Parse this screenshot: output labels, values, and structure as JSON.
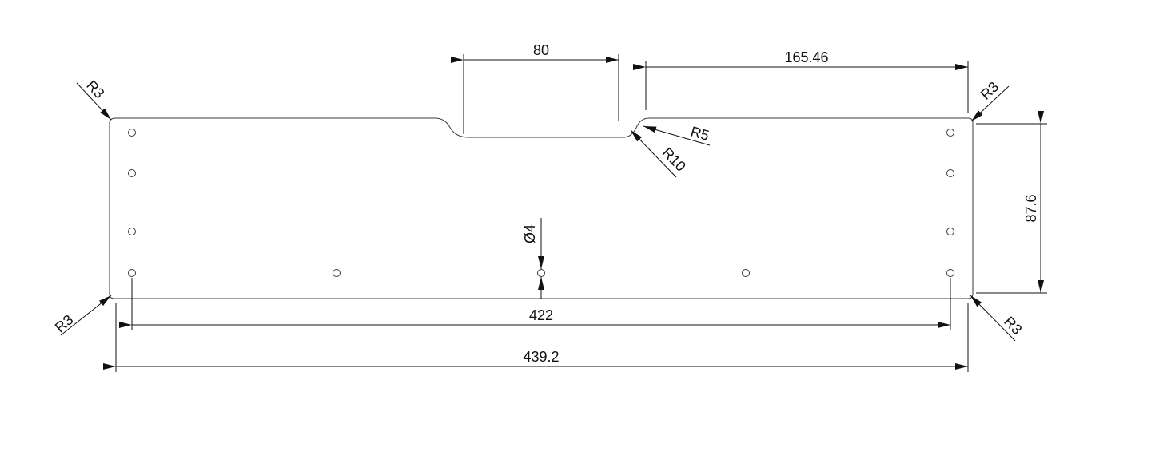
{
  "drawing": {
    "dimensions": {
      "notch_width": "80",
      "right_top_length": "165.46",
      "height": "87.6",
      "hole_spacing": "422",
      "overall_width": "439.2",
      "hole_diameter": "Ø4"
    },
    "radii": {
      "top_left": "R3",
      "top_right": "R3",
      "bottom_left": "R3",
      "bottom_right": "R3",
      "notch_inner": "R5",
      "notch_outer": "R10"
    }
  }
}
